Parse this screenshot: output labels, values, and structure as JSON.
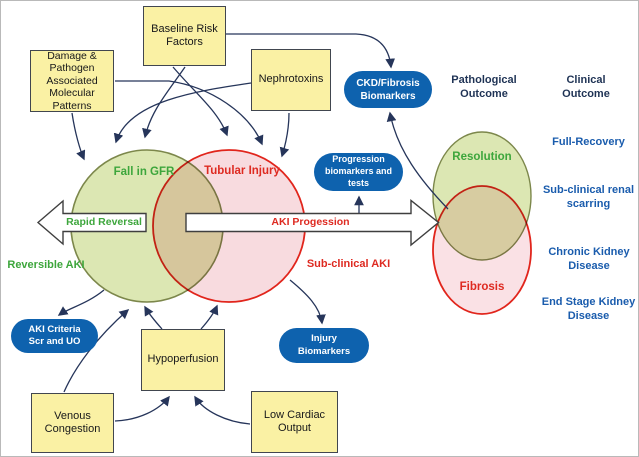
{
  "diagram": {
    "boxes": {
      "baseline": "Baseline Risk\nFactors",
      "damp": "Damage &\nPathogen\nAssociated\nMolecular\nPatterns",
      "nephrotoxins": "Nephrotoxins",
      "hypoperfusion": "Hypoperfusion",
      "venous_congestion": "Venous\nCongestion",
      "low_cardiac_output": "Low Cardiac\nOutput"
    },
    "biomarker_pills": {
      "ckd_fibrosis": "CKD/Fibrosis\nBiomarkers",
      "progression": "Progression\nbiomarkers and\ntests",
      "aki_criteria": "AKI Criteria\nScr and UO",
      "injury": "Injury\nBiomarkers"
    },
    "venn_left": {
      "left_circle_label": "Fall in GFR",
      "right_circle_label": "Tubular Injury",
      "left_caption": "Reversible AKI",
      "right_caption": "Sub-clinical AKI"
    },
    "block_arrows": {
      "left": "Rapid Reversal",
      "right": "AKI Progession"
    },
    "venn_right": {
      "top_ellipse_label": "Resolution",
      "bottom_ellipse_label": "Fibrosis"
    },
    "column_headers": {
      "pathological": "Pathological\nOutcome",
      "clinical": "Clinical\nOutcome"
    },
    "clinical_outcomes": [
      "Full-Recovery",
      "Sub-clinical renal\nscarring",
      "Chronic Kidney\nDisease",
      "End Stage Kidney\nDisease"
    ],
    "colors": {
      "box_fill": "#FAF1A4",
      "box_border": "#41464F",
      "pill_blue": "#0E62AE",
      "green_fill": "#DCE7B3",
      "green_stroke": "#7C874B",
      "pink_fill": "#F8DBDF",
      "red_stroke": "#E1251C",
      "overlap_tan": "#D6C9A2",
      "green_text": "#3DA63C",
      "red_text": "#DE2A21",
      "navy_text": "#1F3355",
      "blue_text": "#1A5CAD",
      "connector": "#26355A"
    }
  }
}
